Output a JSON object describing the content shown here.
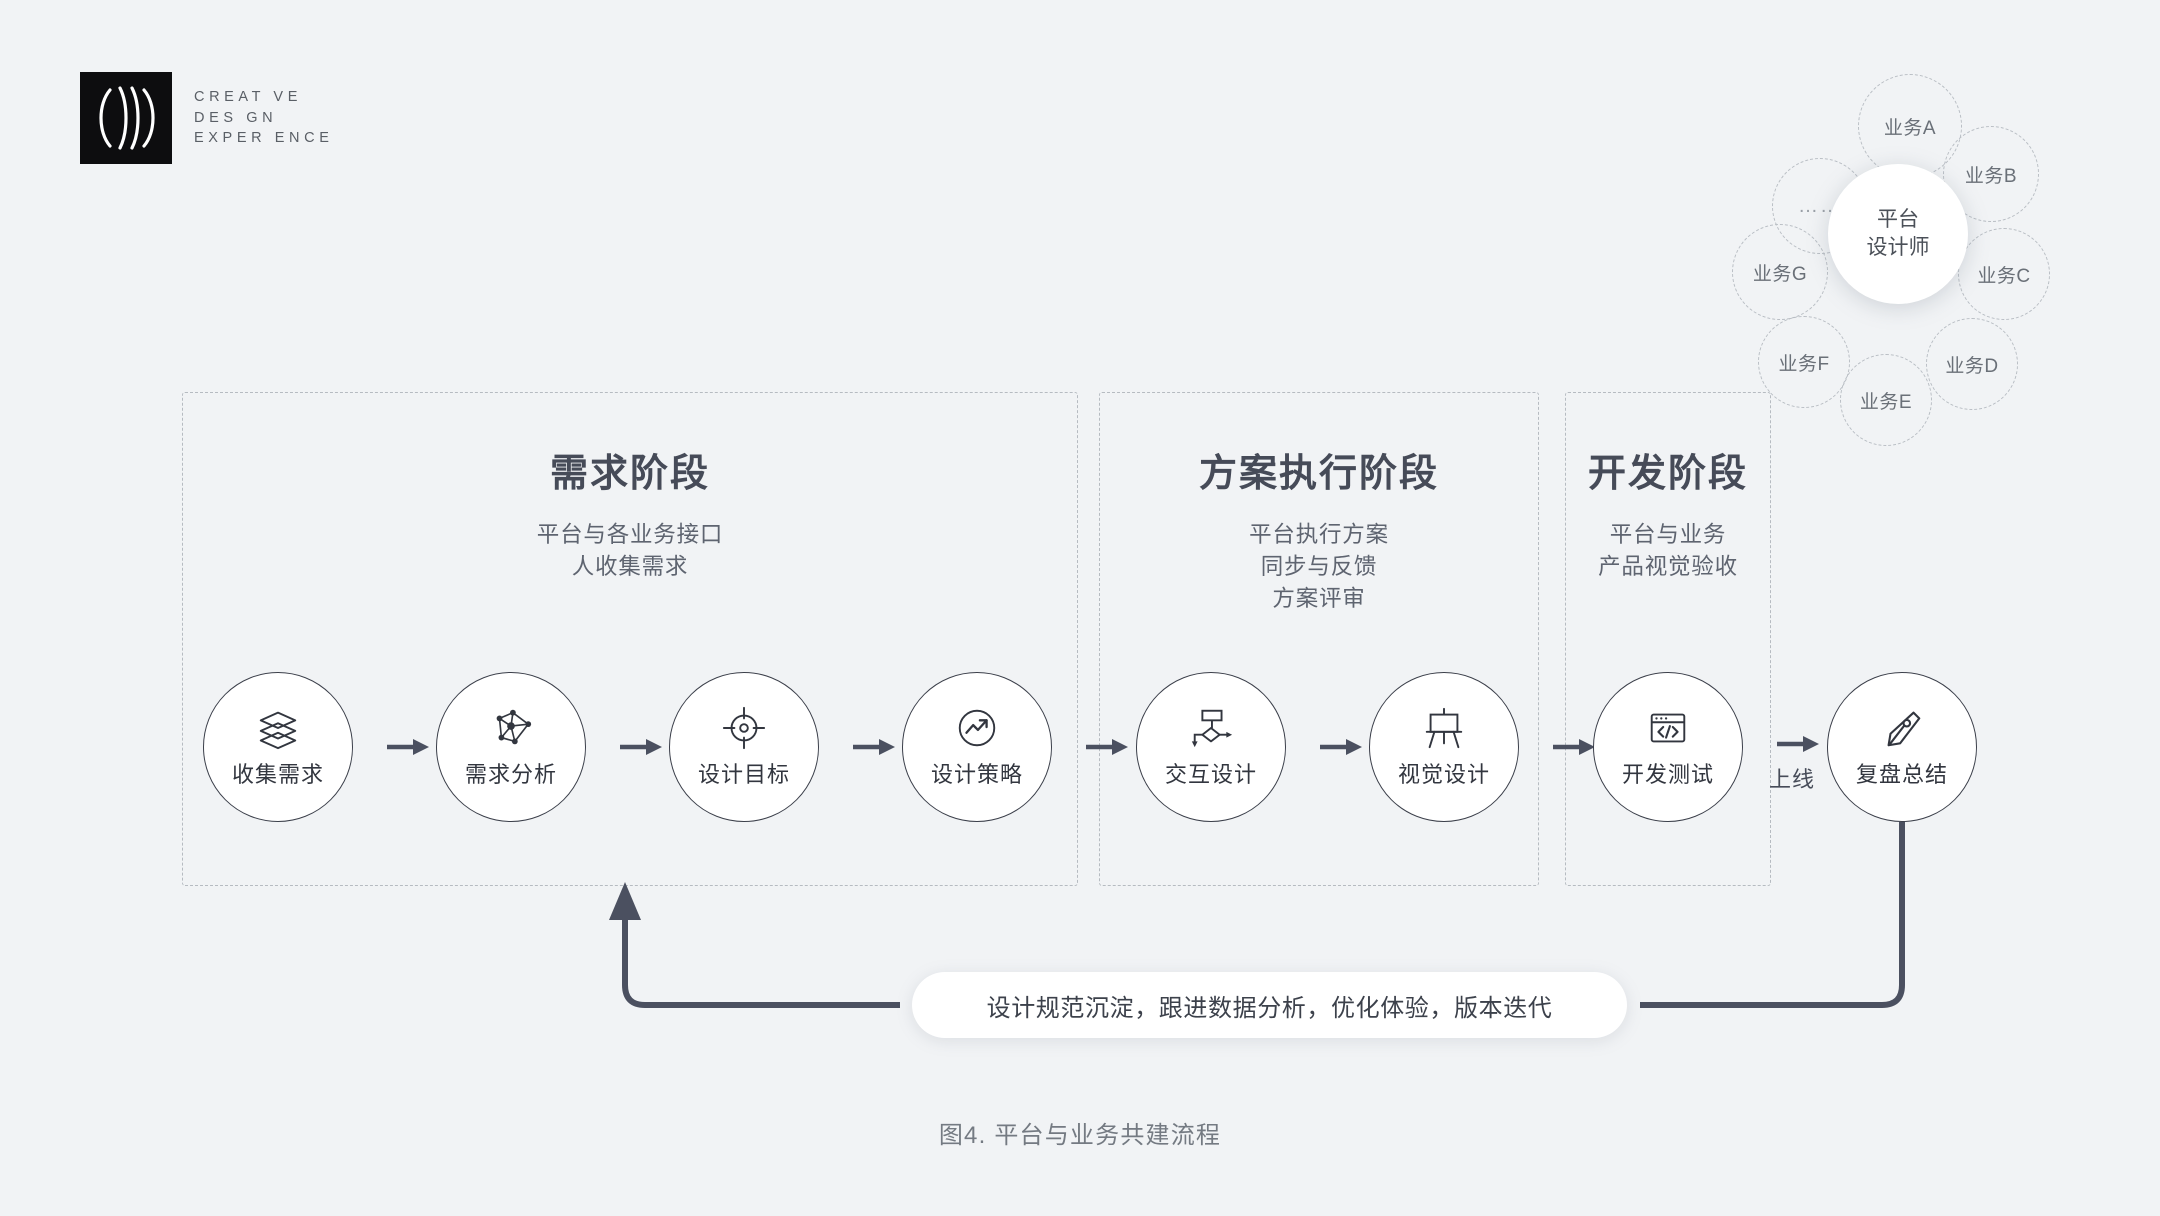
{
  "logo": {
    "lines": [
      "CREAT VE",
      "DES GN",
      "EXPER ENCE"
    ],
    "mark_icon": "parentheses-mark-icon"
  },
  "business_cluster": {
    "center_line1": "平台",
    "center_line2": "设计师",
    "nodes": [
      {
        "label": "业务A"
      },
      {
        "label": "业务B"
      },
      {
        "label": "业务C"
      },
      {
        "label": "业务D"
      },
      {
        "label": "业务E"
      },
      {
        "label": "业务F"
      },
      {
        "label": "业务G"
      },
      {
        "label": "……"
      }
    ]
  },
  "phases": [
    {
      "title": "需求阶段",
      "subtitle": "平台与各业务接口\n人收集需求",
      "sub_line1": "平台与各业务接口",
      "sub_line2": "人收集需求",
      "sub_line3": ""
    },
    {
      "title": "方案执行阶段",
      "subtitle": "平台执行方案\n同步与反馈\n方案评审",
      "sub_line1": "平台执行方案",
      "sub_line2": "同步与反馈",
      "sub_line3": "方案评审"
    },
    {
      "title": "开发阶段",
      "subtitle": "平台与业务\n产品视觉验收",
      "sub_line1": "平台与业务",
      "sub_line2": "产品视觉验收",
      "sub_line3": ""
    }
  ],
  "steps": [
    {
      "label": "收集需求",
      "icon": "layers-icon"
    },
    {
      "label": "需求分析",
      "icon": "network-graph-icon"
    },
    {
      "label": "设计目标",
      "icon": "target-crosshair-icon"
    },
    {
      "label": "设计策略",
      "icon": "trend-chart-icon"
    },
    {
      "label": "交互设计",
      "icon": "flowchart-icon"
    },
    {
      "label": "视觉设计",
      "icon": "easel-icon"
    },
    {
      "label": "开发测试",
      "icon": "code-window-icon"
    },
    {
      "label": "复盘总结",
      "icon": "pen-nib-icon"
    }
  ],
  "online_label": "上线",
  "feedback": {
    "text": "设计规范沉淀，跟进数据分析，优化体验，版本迭代"
  },
  "caption": "图4. 平台与业务共建流程",
  "colors": {
    "background": "#f1f3f5",
    "ink": "#3b3f4a",
    "muted": "#6a7078",
    "dashed_border": "#b6bbc1",
    "white": "#ffffff"
  }
}
